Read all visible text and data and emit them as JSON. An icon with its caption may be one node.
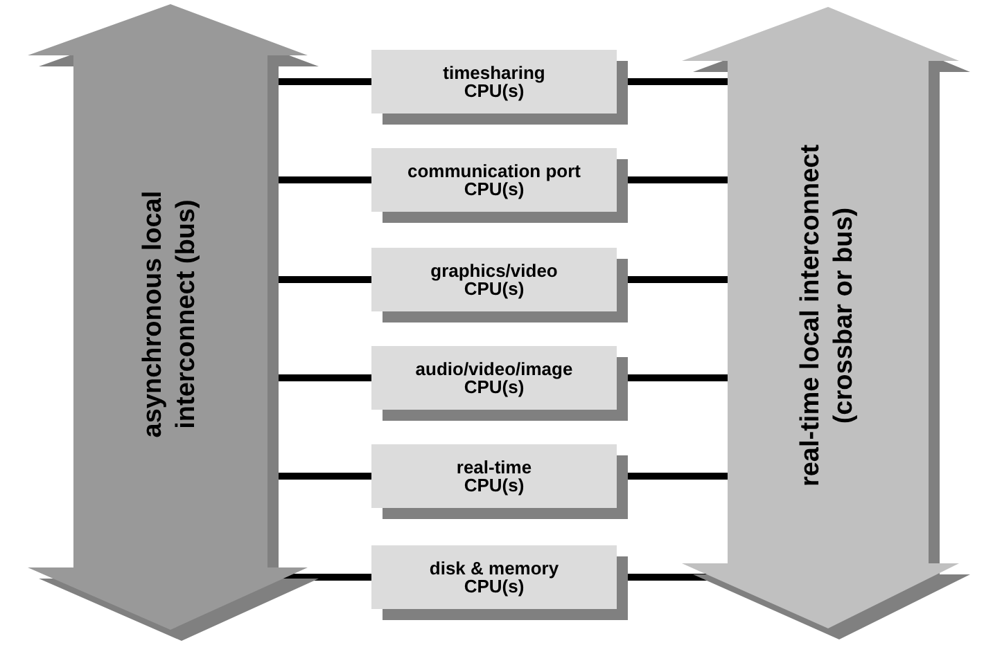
{
  "diagram": {
    "nodes": [
      {
        "text": [
          "asynchronous local interconnect (bus)"
        ]
      },
      {
        "text": [
          "timesharing CPU(s)"
        ]
      },
      {
        "text": [
          "communication port CPU(s)"
        ]
      },
      {
        "text": [
          "graphics/video CPU(s)"
        ]
      },
      {
        "text": [
          "audio/video/image CPU(s)"
        ]
      },
      {
        "text": [
          "real-time CPU(s)"
        ]
      },
      {
        "text": [
          "disk & memory CPU(s)"
        ]
      },
      {
        "text": [
          "real-time local interconnect (crossbar or bus)"
        ]
      }
    ],
    "edges": [
      {
        "from": 0,
        "to": 1,
        "arrow": "none"
      },
      {
        "from": 1,
        "to": 7,
        "arrow": "none"
      },
      {
        "from": 0,
        "to": 2,
        "arrow": "none"
      },
      {
        "from": 2,
        "to": 7,
        "arrow": "none"
      },
      {
        "from": 0,
        "to": 3,
        "arrow": "none"
      },
      {
        "from": 3,
        "to": 7,
        "arrow": "none"
      },
      {
        "from": 0,
        "to": 4,
        "arrow": "none"
      },
      {
        "from": 4,
        "to": 7,
        "arrow": "none"
      },
      {
        "from": 0,
        "to": 5,
        "arrow": "none"
      },
      {
        "from": 5,
        "to": 7,
        "arrow": "none"
      },
      {
        "from": 0,
        "to": 6,
        "arrow": "none"
      },
      {
        "from": 6,
        "to": 7,
        "arrow": "none"
      }
    ]
  }
}
